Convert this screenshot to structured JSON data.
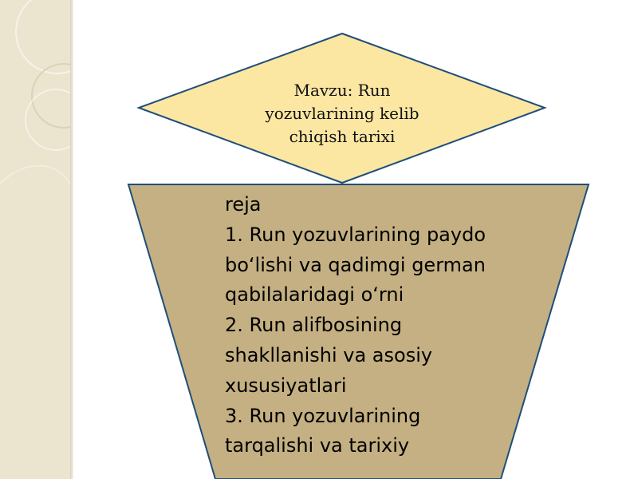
{
  "slide": {
    "topic": "Mavzu: Run yozuvlarining kelib chiqish tarixi",
    "plan_heading": "reja",
    "plan_items": [
      "1. Run yozuvlarining paydo boʻlishi va qadimgi german qabilalaridagi oʻrni",
      "2. Run alifbosining shakllanishi va asosiy xususiyatlari",
      "3. Run yozuvlarining tarqalishi va tarixiy"
    ]
  },
  "colors": {
    "side_panel": "#ebe4cf",
    "diamond_fill": "#fbe6a2",
    "diamond_stroke": "#1f4e79",
    "funnel_fill": "#c4b082",
    "funnel_stroke": "#1f4e79"
  }
}
